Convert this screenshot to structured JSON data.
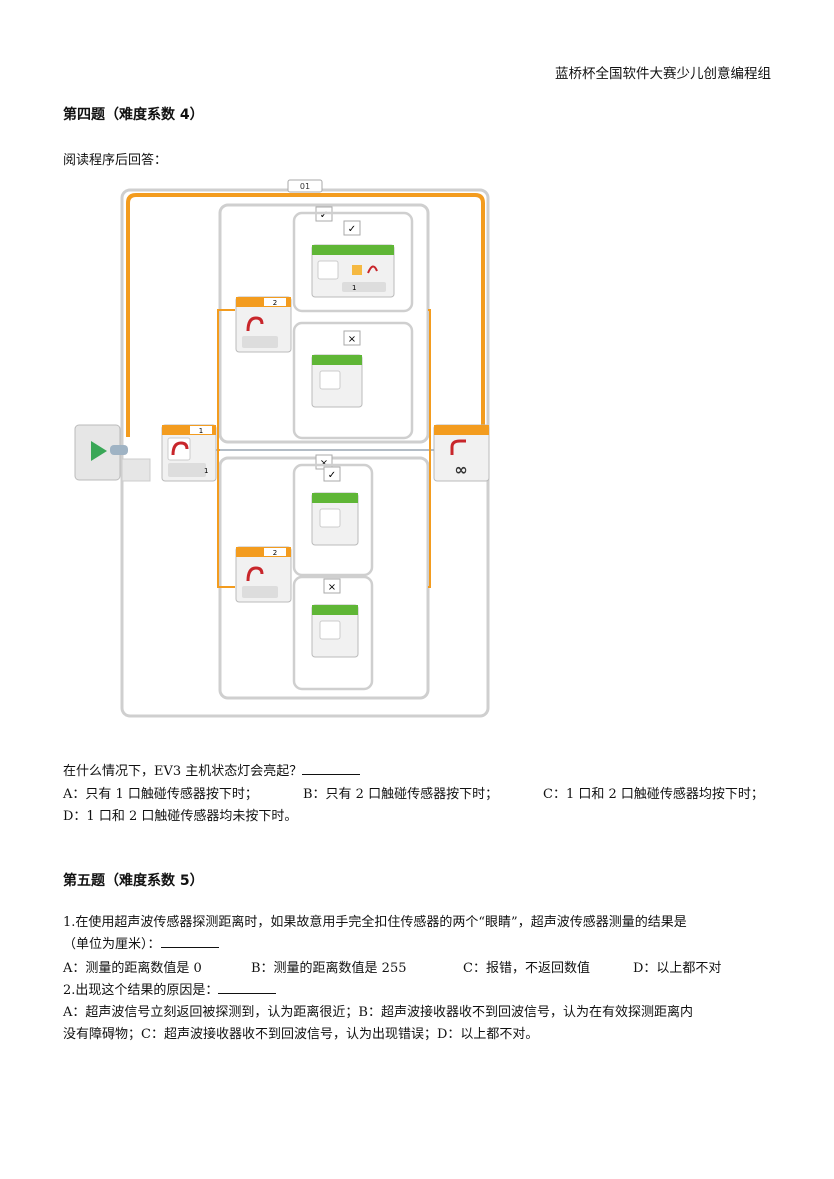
{
  "header": {
    "competition": "蓝桥杯全国软件大赛少儿创意编程组"
  },
  "q4": {
    "title": "第四题（难度系数 4）",
    "instruction": "阅读程序后回答：",
    "program": {
      "loop_label": "01",
      "infinity_symbol": "∞",
      "outer_switch_port": "1",
      "inner_switch_port_top": "2",
      "inner_switch_port_bottom": "2",
      "case_true": "✓",
      "case_false": "×",
      "led_block_value": "1"
    },
    "question": "在什么情况下，EV3 主机状态灯会亮起？",
    "options": {
      "a": "A：只有 1 口触碰传感器按下时；",
      "b": "B：只有 2 口触碰传感器按下时；",
      "c": "C：1 口和 2 口触碰传感器均按下时；",
      "d": "D：1 口和 2 口触碰传感器均未按下时。"
    }
  },
  "q5": {
    "title": "第五题（难度系数 5）",
    "q1_line1": "1.在使用超声波传感器探测距离时，如果故意用手完全扣住传感器的两个“眼睛”，超声波传感器测量的结果是",
    "q1_line2": "（单位为厘米）：",
    "q1_options": {
      "a": "A：测量的距离数值是 0",
      "b": "B：测量的距离数值是 255",
      "c": "C：报错，不返回数值",
      "d": "D：以上都不对"
    },
    "q2_line": "2.出现这个结果的原因是：",
    "q2_text_line1": "A：超声波信号立刻返回被探测到，认为距离很近；B：超声波接收器收不到回波信号，认为在有效探测距离内",
    "q2_text_line2": "没有障碍物；C：超声波接收器收不到回波信号，认为出现错误；D：以上都不对。"
  },
  "colors": {
    "orange": "#f39c1f",
    "green": "#5fb636",
    "red": "#c8262b",
    "gray": "#bdbdbd"
  }
}
